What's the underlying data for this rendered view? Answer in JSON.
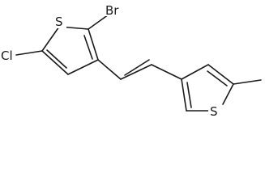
{
  "molecule": {
    "atoms": {
      "sulfur_left": "S",
      "bromine": "Br",
      "chlorine": "Cl",
      "sulfur_right": "S"
    }
  }
}
